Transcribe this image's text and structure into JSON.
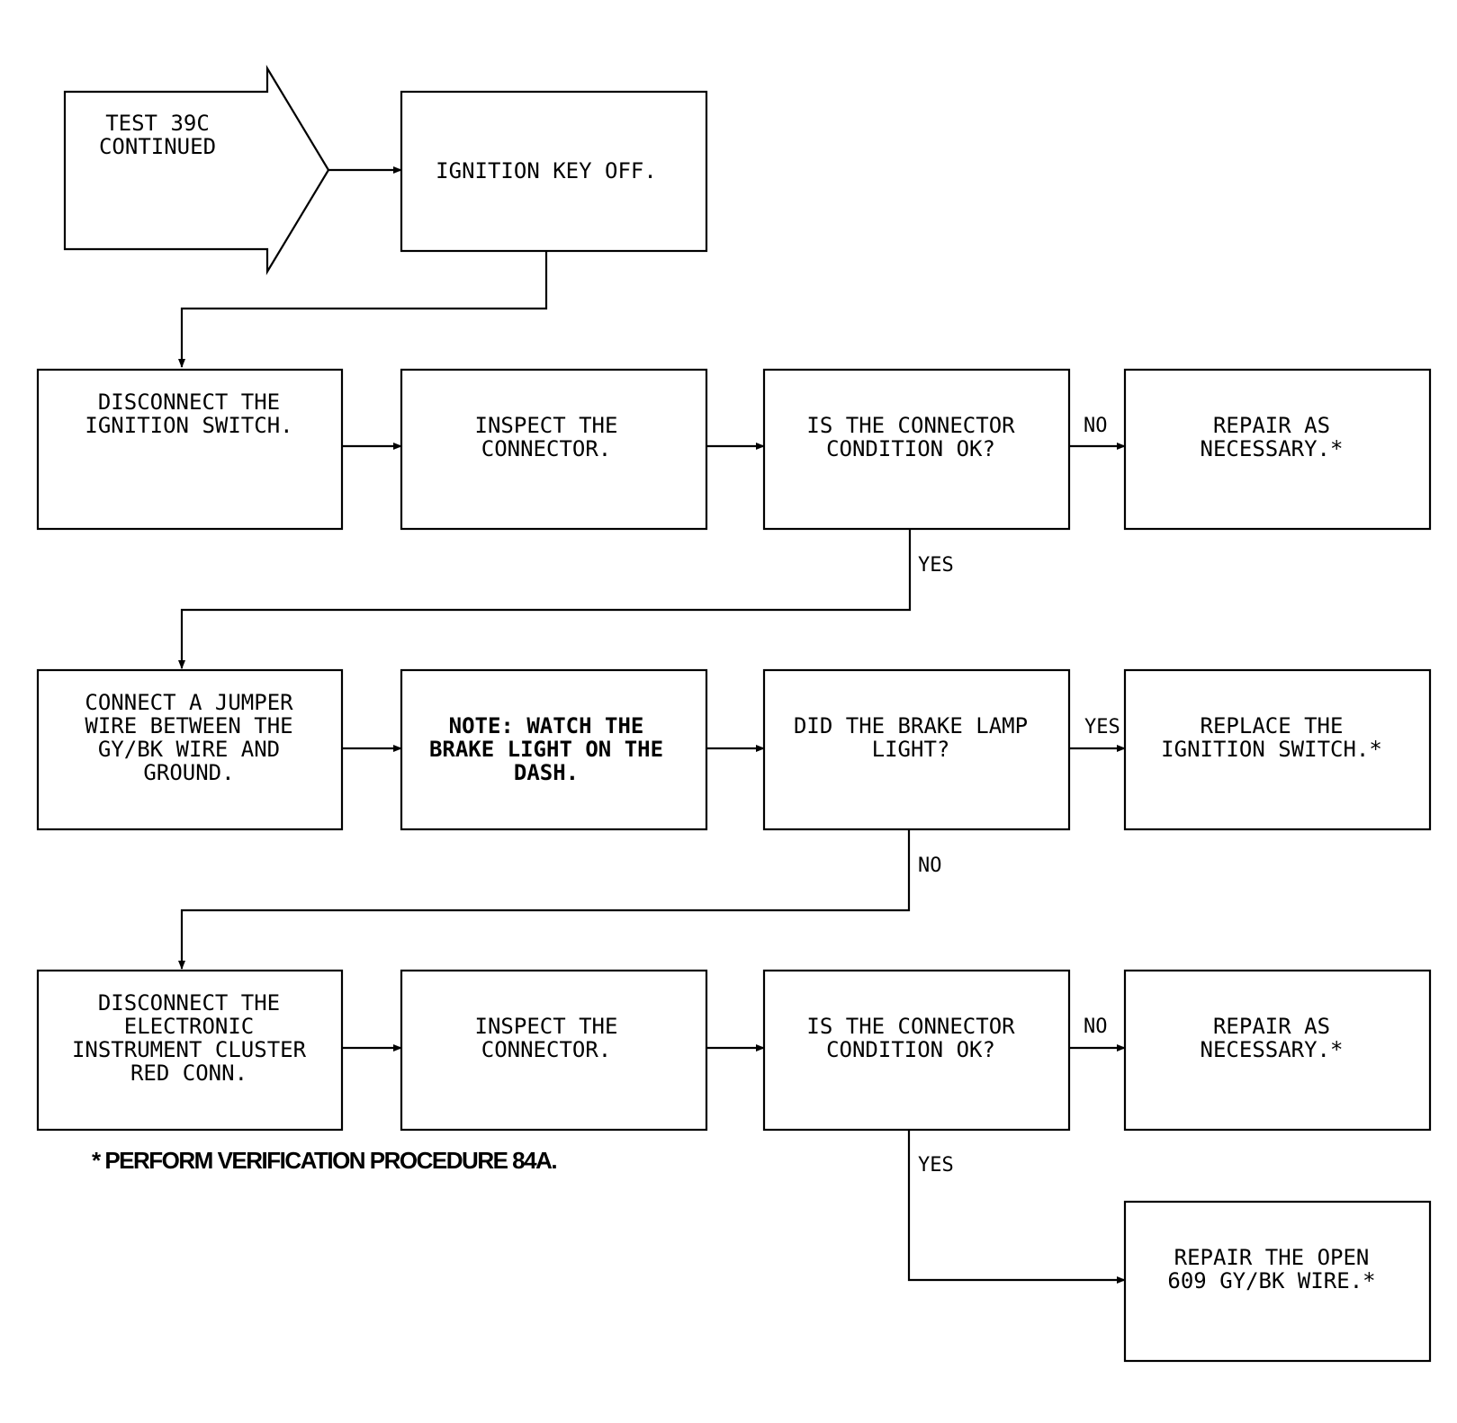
{
  "start": {
    "lines": [
      "TEST 39C",
      "CONTINUED"
    ]
  },
  "nodes": {
    "ignition_off": {
      "lines": [
        "IGNITION KEY OFF."
      ]
    },
    "disconnect_ignition": {
      "lines": [
        "DISCONNECT THE",
        "IGNITION SWITCH."
      ]
    },
    "inspect_1": {
      "lines": [
        "INSPECT THE",
        "CONNECTOR."
      ]
    },
    "question_1": {
      "lines": [
        "IS THE CONNECTOR",
        "CONDITION OK?"
      ]
    },
    "repair_1": {
      "lines": [
        "REPAIR AS",
        "NECESSARY.*"
      ]
    },
    "jumper": {
      "lines": [
        "CONNECT A JUMPER",
        "WIRE BETWEEN THE",
        "GY/BK WIRE AND",
        "GROUND."
      ]
    },
    "note": {
      "lines": [
        "NOTE: WATCH THE",
        "BRAKE LIGHT ON THE",
        "DASH."
      ]
    },
    "question_2": {
      "lines": [
        "DID THE BRAKE LAMP",
        "LIGHT?"
      ]
    },
    "replace_switch": {
      "lines": [
        "REPLACE THE",
        "IGNITION SWITCH.*"
      ]
    },
    "disconnect_cluster": {
      "lines": [
        "DISCONNECT THE",
        "ELECTRONIC",
        "INSTRUMENT CLUSTER",
        "RED CONN."
      ]
    },
    "inspect_2": {
      "lines": [
        "INSPECT THE",
        "CONNECTOR."
      ]
    },
    "question_3": {
      "lines": [
        "IS THE CONNECTOR",
        "CONDITION OK?"
      ]
    },
    "repair_2": {
      "lines": [
        "REPAIR AS",
        "NECESSARY.*"
      ]
    },
    "repair_open": {
      "lines": [
        "REPAIR THE OPEN",
        "609 GY/BK WIRE.*"
      ]
    }
  },
  "edge_labels": {
    "q1_no": "NO",
    "q1_yes": "YES",
    "q2_yes": "YES",
    "q2_no": "NO",
    "q3_no": "NO",
    "q3_yes": "YES"
  },
  "footnote": "* PERFORM VERIFICATION PROCEDURE 84A."
}
